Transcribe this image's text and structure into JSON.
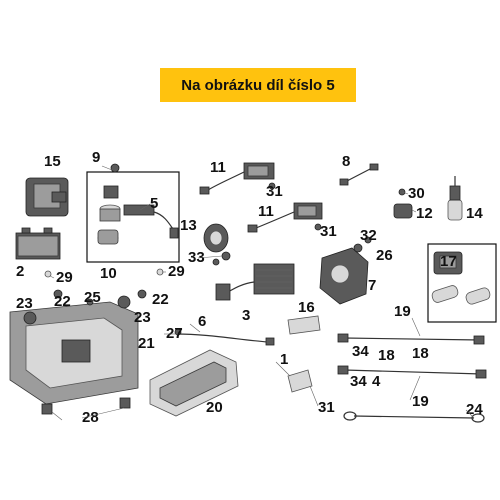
{
  "banner": {
    "text": "Na obrázku díl číslo 5",
    "color": "#ffc20e"
  },
  "labels": {
    "l15": "15",
    "l9": "9",
    "l11a": "11",
    "l8": "8",
    "l5": "5",
    "l31a": "31",
    "l30": "30",
    "l12": "12",
    "l14": "14",
    "l11b": "11",
    "l31b": "31",
    "l13": "13",
    "l32": "32",
    "l26": "26",
    "l2": "2",
    "l10": "10",
    "l29a": "29",
    "l29b": "29",
    "l33": "33",
    "l17": "17",
    "l7": "7",
    "l23a": "23",
    "l22a": "22",
    "l25": "25",
    "l22b": "22",
    "l23b": "23",
    "l3": "3",
    "l16": "16",
    "l19a": "19",
    "l6": "6",
    "l27": "27",
    "l21": "21",
    "l34a": "34",
    "l18a": "18",
    "l18b": "18",
    "l1": "1",
    "l34b": "34",
    "l4": "4",
    "l20": "20",
    "l31c": "31",
    "l19b": "19",
    "l24": "24",
    "l28": "28"
  }
}
